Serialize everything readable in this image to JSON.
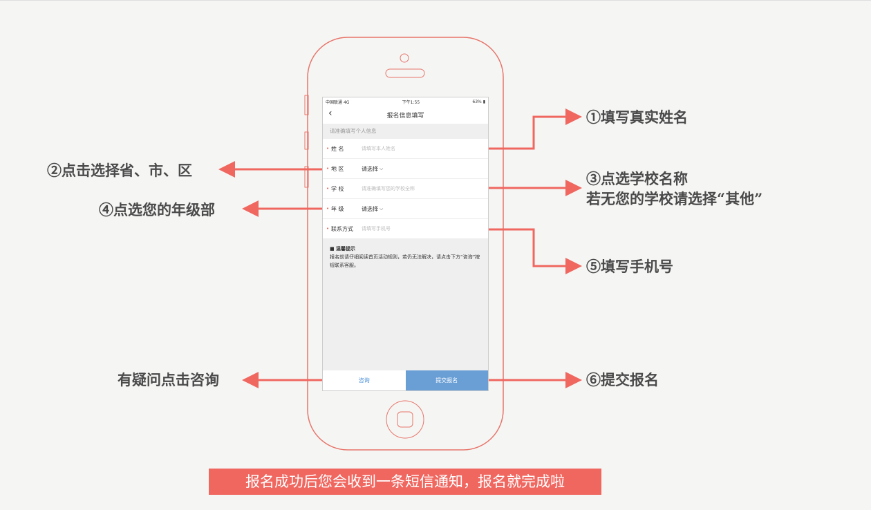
{
  "status_bar": {
    "carrier": "中国联通",
    "network": "4G",
    "time": "下午1:55",
    "battery": "63%"
  },
  "nav": {
    "title": "报名信息填写"
  },
  "section_title": "请准确填写个人信息",
  "fields": [
    {
      "label": "姓 名",
      "placeholder": "请填写本人姓名"
    },
    {
      "label": "地 区",
      "value": "请选择"
    },
    {
      "label": "学 校",
      "placeholder": "请准确填写您的学校全称"
    },
    {
      "label": "年 级",
      "value": "请选择"
    },
    {
      "label": "联系方式",
      "placeholder": "请填写手机号"
    }
  ],
  "tip": {
    "title": "■ 温馨提示",
    "body": "报名前请仔细阅读首页活动规则，若仍无法解决，请点击下方“咨询”按钮联系客服。"
  },
  "footer": {
    "consult": "咨询",
    "submit": "提交报名"
  },
  "annotations": {
    "a1": "①填写真实姓名",
    "a2": "②点击选择省、市、区",
    "a3_line1": "③点选学校名称",
    "a3_line2": "若无您的学校请选择“其他”",
    "a4": "④点选您的年级部",
    "a5": "⑤填写手机号",
    "a6": "⑥提交报名",
    "consult": "有疑问点击咨询"
  },
  "banner": "报名成功后您会收到一条短信通知，报名就完成啦",
  "colors": {
    "accent": "#f06760",
    "phone_outline": "#e8746a",
    "submit": "#6a9fd6"
  }
}
